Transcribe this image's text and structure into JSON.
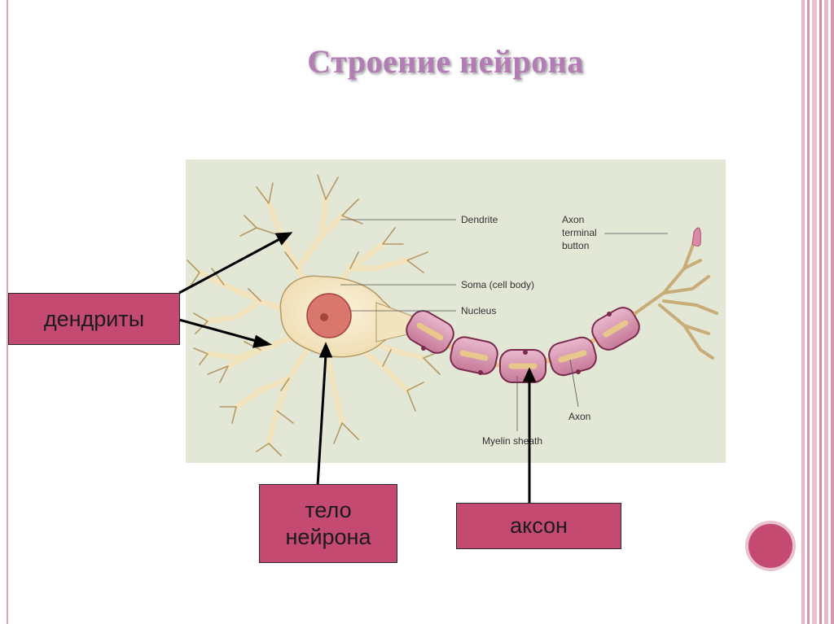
{
  "slide": {
    "title": "Строение нейрона",
    "accent_color": "#c44a72",
    "title_color": "#b47cb5"
  },
  "diagram": {
    "labels": {
      "dendrite": "Dendrite",
      "soma": "Soma (cell body)",
      "nucleus": "Nucleus",
      "axon_terminal_1": "Axon",
      "axon_terminal_2": "terminal",
      "axon_terminal_3": "button",
      "axon": "Axon",
      "myelin": "Myelin sheath"
    }
  },
  "callouts": {
    "dendrites": "дендриты",
    "body_line1": "тело",
    "body_line2": "нейрона",
    "axon": "аксон"
  },
  "decor": {
    "icon": "circle-bullet"
  }
}
